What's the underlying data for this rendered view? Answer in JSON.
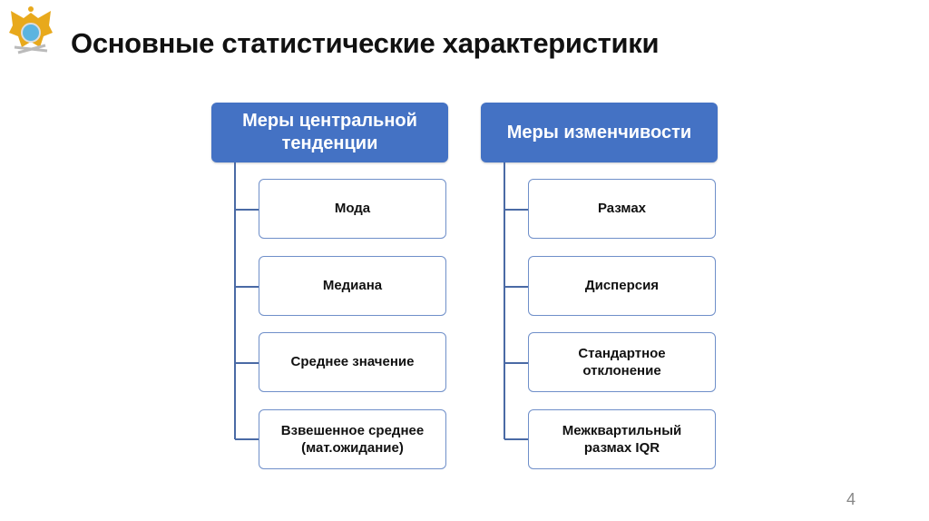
{
  "title": "Основные статистические характеристики",
  "page_number": "4",
  "colors": {
    "header_fill": "#4472C4",
    "line": "#4a6aa5"
  },
  "groups": [
    {
      "header": "Меры центральной тенденции",
      "items": [
        "Мода",
        "Медиана",
        "Среднее значение",
        "Взвешенное среднее (мат.ожидание)"
      ]
    },
    {
      "header": "Меры изменчивости",
      "items": [
        "Размах",
        "Дисперсия",
        "Стандартное отклонение",
        "Межквартильный размах IQR"
      ]
    }
  ]
}
